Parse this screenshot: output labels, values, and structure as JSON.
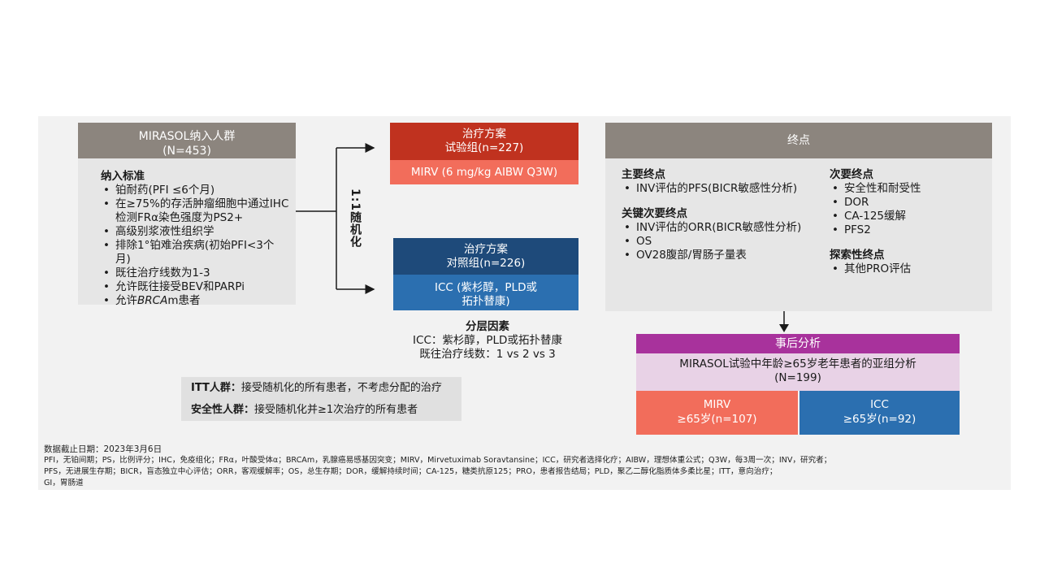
{
  "population": {
    "title": "MIRASOL纳入人群",
    "n": "(N=453)",
    "criteria_title": "纳入标准",
    "criteria": [
      "铂耐药(PFI ≤6个月)",
      "在≥75%的存活肿瘤细胞中通过IHC检测FRα染色强度为PS2+",
      "高级别浆液性组织学",
      "排除1°铂难治疾病(初始PFI<3个月)",
      "既往治疗线数为1-3",
      "允许既往接受BEV和PARPi"
    ],
    "last_criterion_prefix": "允许",
    "last_criterion_italic": "BRCA",
    "last_criterion_suffix": "m患者"
  },
  "randomization": {
    "label": "1:1随机化"
  },
  "experimental": {
    "title": "治疗方案",
    "group": "试验组(n=227)",
    "regimen": "MIRV (6 mg/kg AIBW Q3W)"
  },
  "control": {
    "title": "治疗方案",
    "group": "对照组(n=226)",
    "regimen_line1": "ICC (紫杉醇，PLD或",
    "regimen_line2": "拓扑替康)"
  },
  "stratification": {
    "title": "分层因素",
    "line1": "ICC：紫杉醇，PLD或拓扑替康",
    "line2": "既往治疗线数：1 vs 2 vs 3"
  },
  "populations_def": {
    "itt_label": "ITT人群：",
    "itt_text": "接受随机化的所有患者，不考虑分配的治疗",
    "safety_label": "安全性人群：",
    "safety_text": "接受随机化并≥1次治疗的所有患者"
  },
  "endpoints": {
    "title": "终点",
    "primary_title": "主要终点",
    "primary_items": [
      "INV评估的PFS(BICR敏感性分析)"
    ],
    "key_secondary_title": "关键次要终点",
    "key_secondary_items": [
      "INV评估的ORR(BICR敏感性分析)",
      "OS",
      "OV28腹部/胃肠子量表"
    ],
    "secondary_title": "次要终点",
    "secondary_items": [
      "安全性和耐受性",
      "DOR",
      "CA-125缓解",
      "PFS2"
    ],
    "exploratory_title": "探索性终点",
    "exploratory_items": [
      "其他PRO评估"
    ]
  },
  "posthoc": {
    "title": "事后分析",
    "subtitle": "MIRASOL试验中年龄≥65岁老年患者的亚组分析",
    "n": "(N=199)",
    "mirv_label": "MIRV",
    "mirv_n": "≥65岁(n=107)",
    "icc_label": "ICC",
    "icc_n": "≥65岁(n=92)"
  },
  "footer": {
    "cutoff": "数据截止日期：2023年3月6日",
    "line1": "PFI，无铂间期；PS，比例评分；IHC，免疫组化；FRα，叶酸受体α；BRCAm，乳腺癌易感基因突变；MIRV，Mirvetuximab Soravtansine；ICC，研究者选择化疗；AIBW，理想体重公式；Q3W，每3周一次；INV，研究者；",
    "line2": "PFS，无进展生存期；BICR，盲态独立中心评估；ORR，客观缓解率；OS，总生存期；DOR，缓解持续时间；CA-125，糖类抗原125；PRO，患者报告结局；PLD，聚乙二醇化脂质体多柔比星；ITT，意向治疗；",
    "line3": "GI，胃肠道"
  },
  "colors": {
    "population_header": "#8c857e",
    "experimental_dark": "#c0321f",
    "experimental_light": "#f26d5b",
    "control_dark": "#1e4a7a",
    "control_light": "#2b6fb0",
    "posthoc_header": "#a8329c",
    "posthoc_body": "#e8d2e6"
  }
}
